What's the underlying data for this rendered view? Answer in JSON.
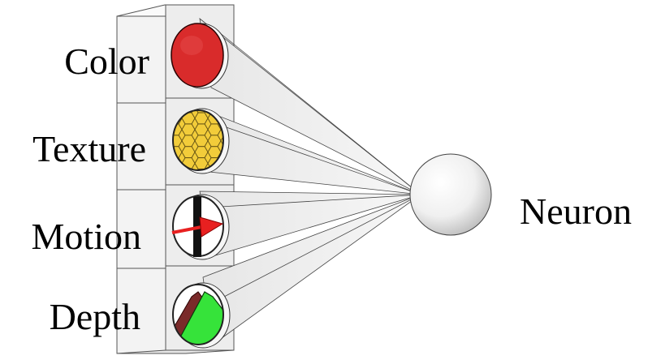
{
  "diagram": {
    "input_features": [
      {
        "label": "Color",
        "icon": "red-circle-icon"
      },
      {
        "label": "Texture",
        "icon": "yellow-hexagon-texture-icon"
      },
      {
        "label": "Motion",
        "icon": "motion-arrow-icon"
      },
      {
        "label": "Depth",
        "icon": "depth-surfaces-icon"
      }
    ],
    "output": {
      "label": "Neuron",
      "icon": "neuron-sphere"
    },
    "colors": {
      "color_fill": "#d92b2b",
      "texture_fill": "#f2cc3a",
      "motion_arrow": "#e82020",
      "depth_front": "#36e33a",
      "depth_back": "#7a2a2a",
      "column_face": "#f2f2f2",
      "column_side": "#e2e2e2"
    }
  }
}
